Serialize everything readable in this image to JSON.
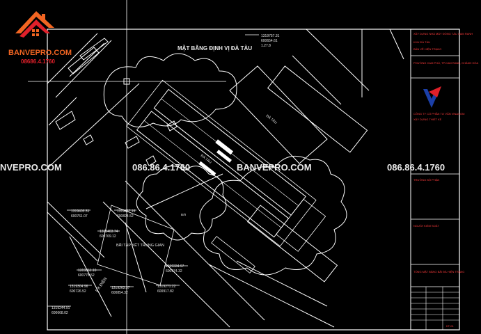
{
  "brand": {
    "name": "BANVEPRO.COM",
    "phone": "08686.4.1760",
    "colors": {
      "orange": "#f26522",
      "red": "#e0202a"
    }
  },
  "drawing": {
    "title": "MẶT BẰNG ĐỊNH VỊ ĐÀ TÀU",
    "dock_label": "ĐÀ TÀU",
    "yard_label": "BÃI TẬP KẾT TRUNG GIAN",
    "road_label": "PX ĐIỆN",
    "sub_label": "BÃI",
    "coords": [
      [
        "1319757.31",
        "600654.61",
        "1.27.8"
      ],
      [
        "1319403.31",
        "600761.07"
      ],
      [
        "1319467.16",
        "600824.52"
      ],
      [
        "1319403.74",
        "600769.12"
      ],
      [
        "1319361.10",
        "600778.52"
      ],
      [
        "1319334.97",
        "600974.32"
      ],
      [
        "1319304.96",
        "600726.52"
      ],
      [
        "1319263.37",
        "600854.32"
      ],
      [
        "1319271.22",
        "600917.82"
      ],
      [
        "1319244.91",
        "600668.02"
      ]
    ]
  },
  "watermark": {
    "left": "NVEPRO.COM",
    "phone1": "086.86.4.1760",
    "site": "BANVEPRO.COM",
    "phone2": "086.86.4.1760"
  },
  "title_block": {
    "r1": "XÂY DỰNG NHÀ MÁY ĐÓNG TÀU CAM RANH",
    "r2": "KHU ĐÀ TÀU",
    "r3": "BẢN VẼ HIỆN TRẠNG",
    "r4": "PHƯỜNG CAM PHÚ, TP.CAM RANH, KHÁNH HÒA",
    "company": "CÔNG TY CỔ PHẦN TƯ VẤN VINACOM",
    "company_sub": "XÂY DỰNG THIẾT KẾ",
    "leader": "TRƯỞNG BỘ PHẬN",
    "checker": "NGƯỜI KIỂM SOÁT",
    "drawing_name": "TỔNG MẶT BẰNG BÃI ĐÀ HIỆN TRẠNG",
    "sheet": "KT-01"
  }
}
